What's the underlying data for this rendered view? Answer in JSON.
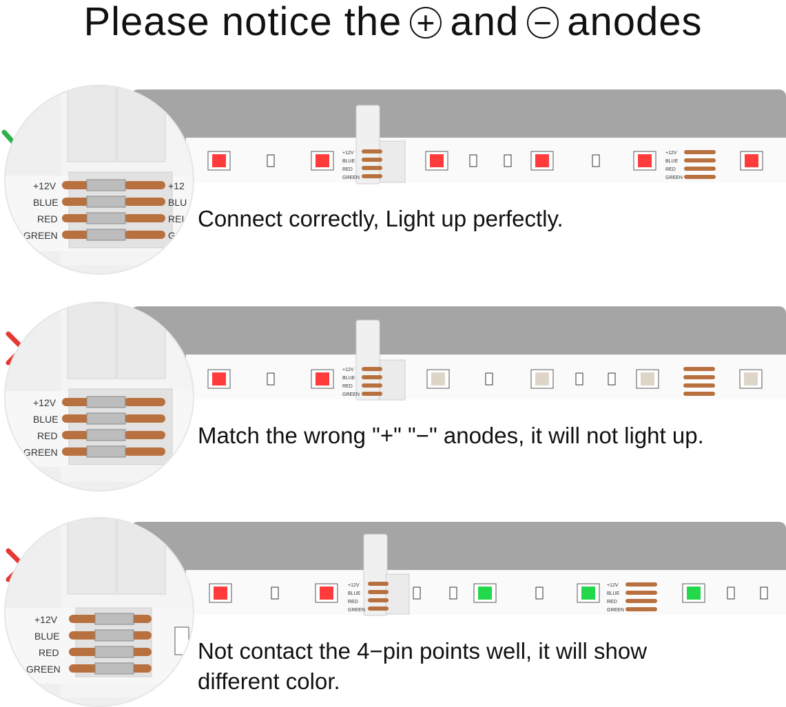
{
  "title": {
    "before": "Please notice the",
    "plus_symbol": "+",
    "middle": "and",
    "minus_symbol": "−",
    "after": "anodes"
  },
  "pad_labels": [
    "+12V",
    "BLUE",
    "RED",
    "GREEN"
  ],
  "colors": {
    "led_red": "#ff3b3b",
    "led_green": "#23d84a",
    "led_off": "#ddd6c8",
    "copper": "#b8703f",
    "check_green": "#2db34a",
    "cross_red": "#e53935"
  },
  "panels": [
    {
      "status_icon": "check-icon",
      "caption_lines": [
        "Connect correctly, Light up perfectly."
      ]
    },
    {
      "status_icon": "cross-icon",
      "caption_lines": [
        "Match the wrong \"+\" \"−\" anodes, it will not light up."
      ]
    },
    {
      "status_icon": "cross-icon",
      "caption_lines": [
        "Not contact the 4−pin points well, it will show",
        "different color."
      ]
    }
  ]
}
